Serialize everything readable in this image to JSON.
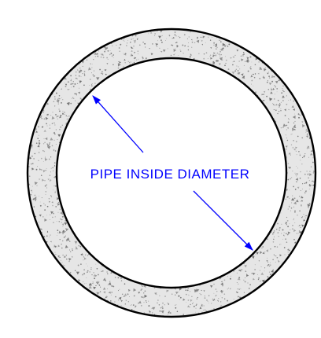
{
  "diagram": {
    "label": "PIPE INSIDE DIAMETER",
    "colors": {
      "outline": "#000000",
      "dimension": "#0000ff",
      "concrete_fill": "#e6e6e6",
      "concrete_speckle": "#6e6e6e",
      "background": "#ffffff"
    },
    "parts": [
      "outer-pipe-wall",
      "inner-pipe-wall",
      "concrete-ring",
      "diameter-dimension-line"
    ]
  }
}
